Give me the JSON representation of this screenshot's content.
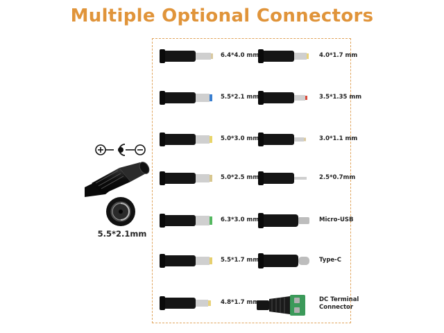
{
  "title": "Multiple Optional Connectors",
  "diagram": {
    "polarity_icons": [
      "plus-icon",
      "center-positive-icon",
      "minus-icon"
    ],
    "spec_label": "5.5*2.1mm"
  },
  "connectors": {
    "left": [
      {
        "label": "6.4*4.0 mm",
        "tip": "#d9c9a0"
      },
      {
        "label": "5.5*2.1 mm",
        "tip": "#3a7fd0"
      },
      {
        "label": "5.0*3.0 mm",
        "tip": "#e8d56a"
      },
      {
        "label": "5.0*2.5 mm",
        "tip": "#d8c78f"
      },
      {
        "label": "6.3*3.0 mm",
        "tip": "#55b860"
      },
      {
        "label": "5.5*1.7 mm",
        "tip": "#e6cf6e"
      },
      {
        "label": "4.8*1.7 mm",
        "tip": "#e8d27a"
      }
    ],
    "right": [
      {
        "label": "4.0*1.7 mm",
        "tip": "#e8d27a"
      },
      {
        "label": "3.5*1.35 mm",
        "tip": "#d84a3a"
      },
      {
        "label": "3.0*1.1 mm",
        "tip": "#d9c9a0"
      },
      {
        "label": "2.5*0.7mm",
        "tip": "#cfcfcf"
      },
      {
        "label": "Micro-USB",
        "tip": "#bdbdbd"
      },
      {
        "label": "Type-C",
        "tip": "#bdbdbd"
      },
      {
        "label_line1": "DC Terminal",
        "label_line2": "Connector",
        "tip": "#3c9a5a"
      }
    ]
  },
  "colors": {
    "accent": "#e0943a",
    "border": "#e0a35a",
    "body": "#151515"
  }
}
